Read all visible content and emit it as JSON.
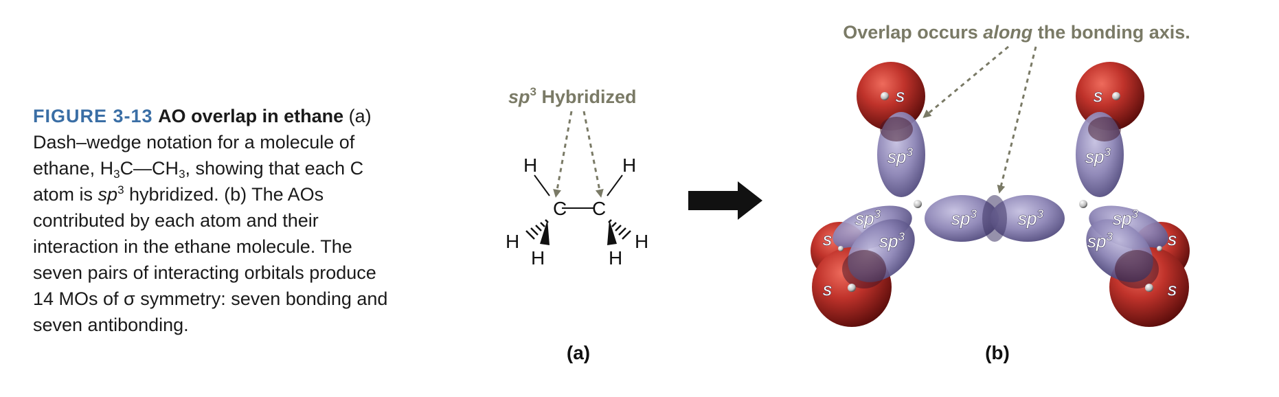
{
  "caption": {
    "figure_label": "FIGURE 3-13",
    "title": "AO overlap in ethane",
    "p1": "(a) Dash–wedge notation for a molecule of ethane, H",
    "sub1": "3",
    "p2": "C—CH",
    "sub2": "3",
    "p3": ", showing that each C atom is ",
    "sp": "sp",
    "sup3": "3",
    "p4": " hybridized. (b) The AOs contributed by each atom and their interaction in the ethane molecule. The seven pairs of interacting orbitals produce 14 MOs of σ symmetry: seven bonding and seven antibonding."
  },
  "panel_a": {
    "annotation_sp": "sp",
    "annotation_sup": "3",
    "annotation_rest": " Hybridized",
    "atoms": {
      "c_left": "C",
      "c_right": "C",
      "h_upper_left": "H",
      "h_upper_right": "H",
      "h_left_hash": "H",
      "h_left_wedge": "H",
      "h_right_wedge": "H",
      "h_right_hash": "H"
    },
    "label": "(a)"
  },
  "panel_b": {
    "annotation_pre": "Overlap occurs ",
    "annotation_em": "along",
    "annotation_post": " the bonding axis.",
    "s_label": "s",
    "sp_label": "sp",
    "sp_sup": "3",
    "label": "(b)"
  },
  "colors": {
    "figure_label": "#3a6ea5",
    "annotation": "#7a7a66",
    "s_orbital": "#c0332b",
    "sp3_orbital": "#8a82b4",
    "arrow": "#111111"
  }
}
